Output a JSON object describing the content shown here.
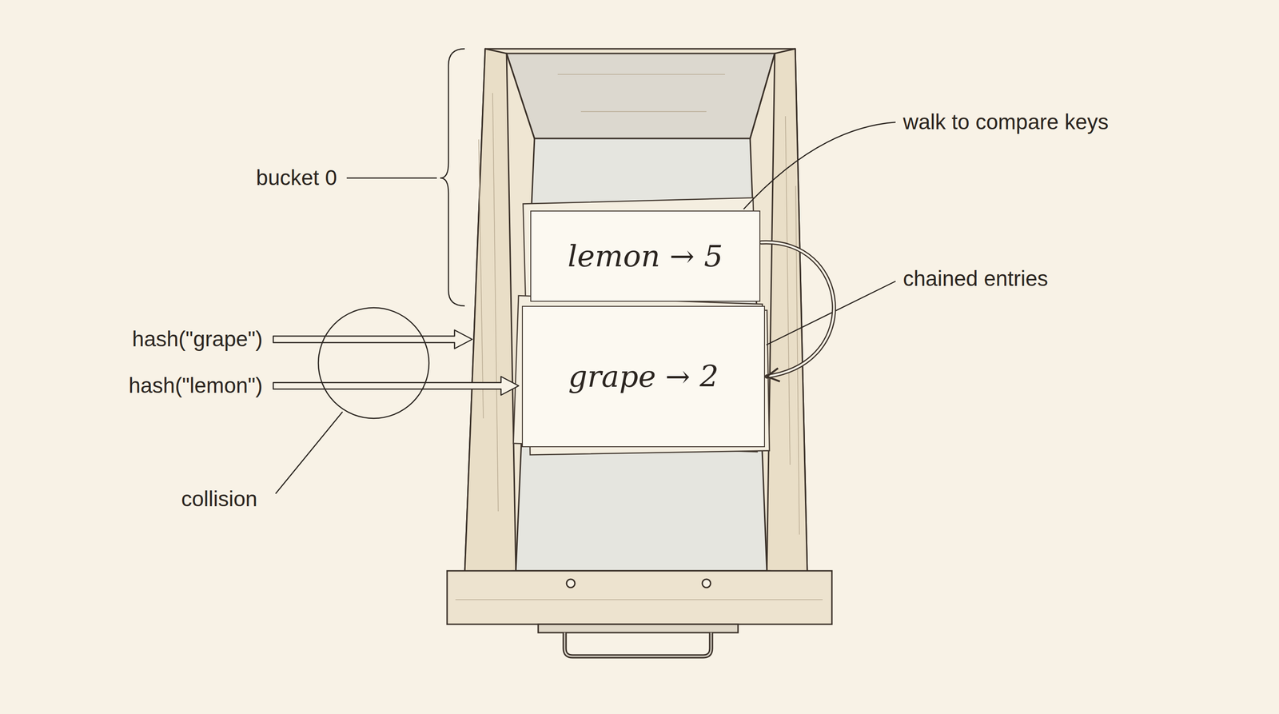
{
  "diagram": {
    "nodes": [
      {
        "text": [
          "lemon → 5"
        ]
      },
      {
        "text": [
          "grape → 2"
        ]
      }
    ],
    "edges": [
      {
        "from": 0,
        "to": 1,
        "arrow": "to"
      }
    ],
    "labels": [
      "bucket 0",
      "walk to compare keys",
      "chained entries",
      "hash(\"grape\")",
      "hash(\"lemon\")",
      "collision"
    ]
  }
}
